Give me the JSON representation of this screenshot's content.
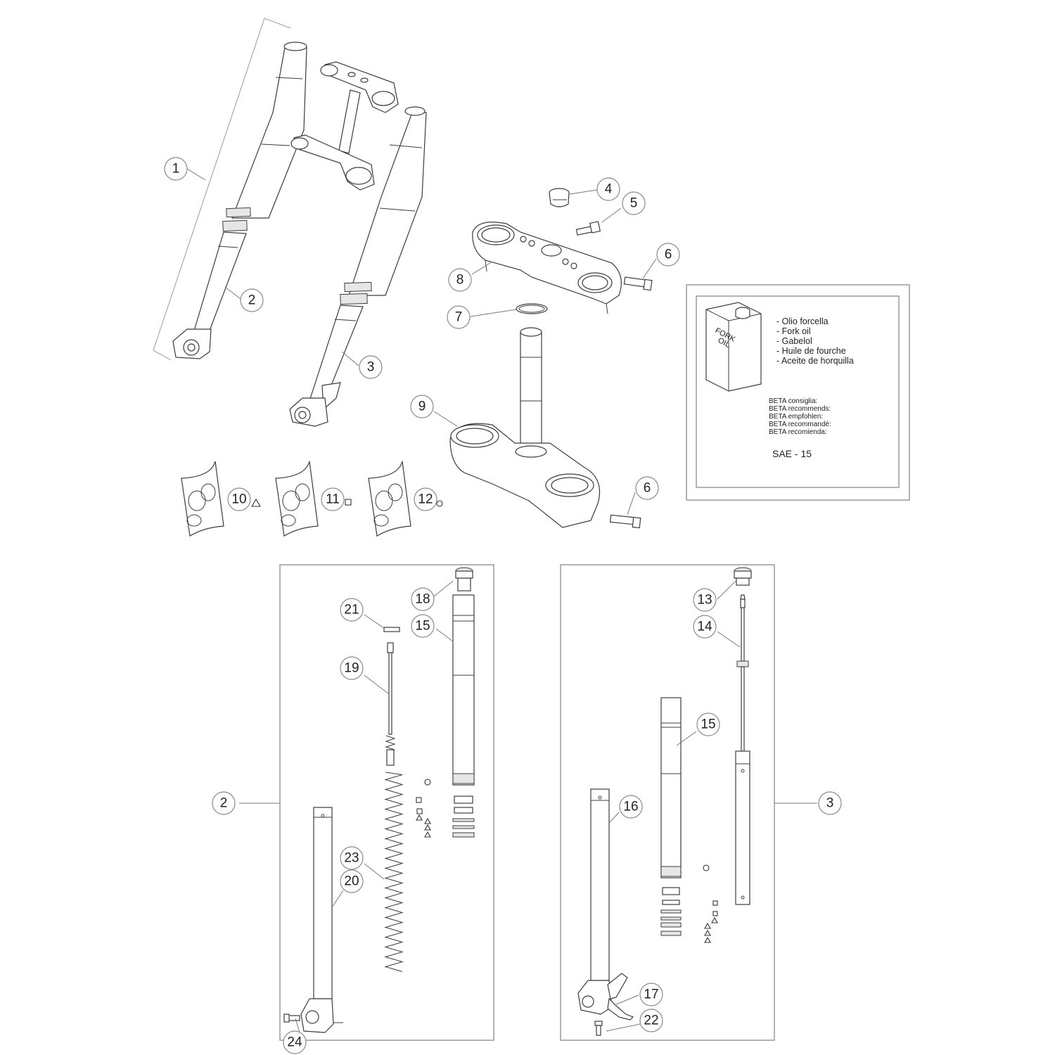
{
  "callouts": {
    "c1": "1",
    "c2": "2",
    "c3": "3",
    "c4": "4",
    "c5": "5",
    "c6a": "6",
    "c6b": "6",
    "c7": "7",
    "c8": "8",
    "c9": "9",
    "c10": "10",
    "c11": "11",
    "c12": "12",
    "c13": "13",
    "c14": "14",
    "c15a": "15",
    "c15b": "15",
    "c16": "16",
    "c17": "17",
    "c18": "18",
    "c19": "19",
    "c20": "20",
    "c21": "21",
    "c22": "22",
    "c23": "23",
    "c24": "24",
    "c2b": "2",
    "c3b": "3"
  },
  "oil_box": {
    "can_label_line1": "FORK",
    "can_label_line2": "OIL",
    "names": [
      "- Olio forcella",
      "- Fork oil",
      "- Gabelol",
      "- Huile de fourche",
      "- Aceite de horquilla"
    ],
    "recommends": [
      "BETA consiglia:",
      "BETA recommends:",
      "BETA empfohlen:",
      "BETA recommandé:",
      "BETA recomienda:"
    ],
    "grade": "SAE - 15"
  },
  "kit_symbols": {
    "kit10": "triangle",
    "kit11": "square",
    "kit12": "circle"
  },
  "colors": {
    "line": "#3c3c3c",
    "frame": "#8a8a8a",
    "background": "#ffffff"
  }
}
